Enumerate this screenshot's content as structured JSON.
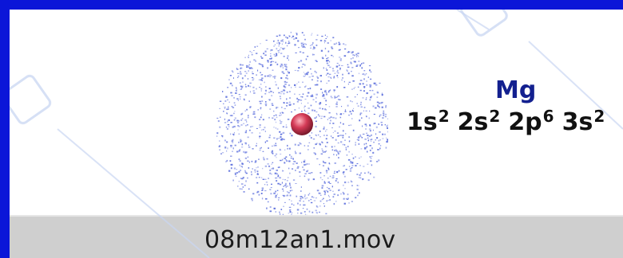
{
  "atom": {
    "symbol": "Mg",
    "configuration": [
      {
        "orbital": "1s",
        "electrons": "2"
      },
      {
        "orbital": "2s",
        "electrons": "2"
      },
      {
        "orbital": "2p",
        "electrons": "6"
      },
      {
        "orbital": "3s",
        "electrons": "2"
      }
    ],
    "colors": {
      "cloud": "#5a6ddc",
      "nucleus": "#d43a56",
      "symbol": "#13208f",
      "frame": "#0b16d8"
    }
  },
  "footer": {
    "filename": "08m12an1.mov"
  }
}
